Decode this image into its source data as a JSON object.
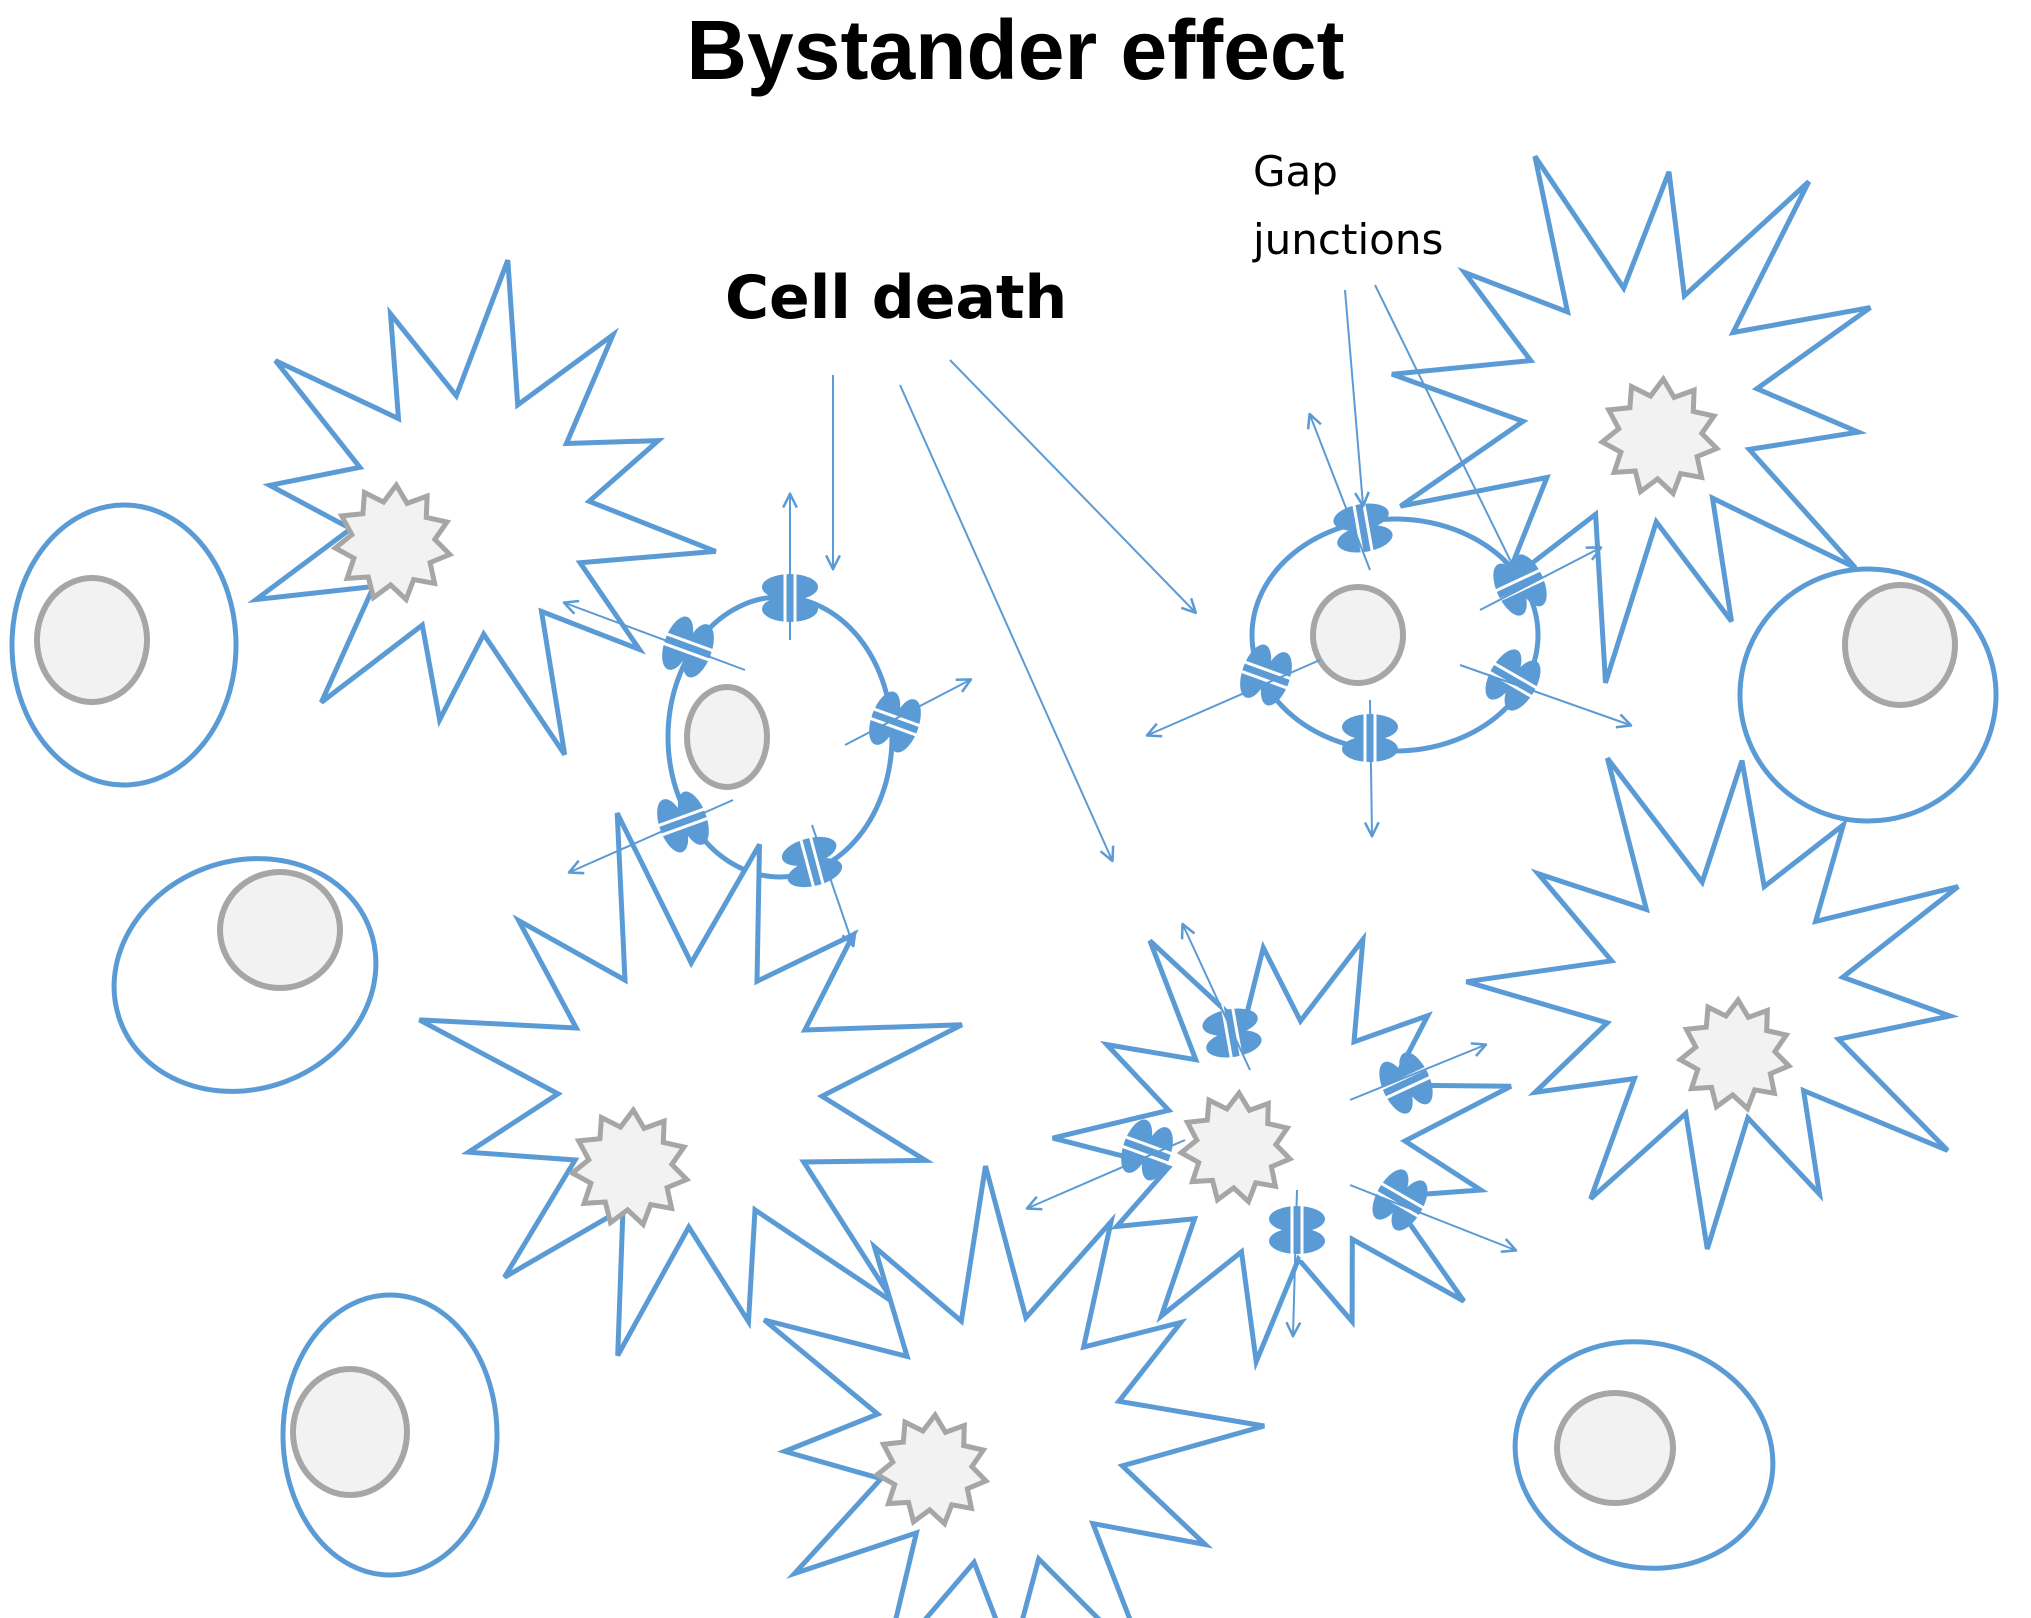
{
  "title": "Bystander effect",
  "labels": {
    "cell_death": "Cell death",
    "gap_junctions_line1": "Gap",
    "gap_junctions_line2": "junctions"
  },
  "colors": {
    "membrane": "#5b9bd5",
    "nucleus_stroke": "#a6a6a6",
    "nucleus_fill": "#f2f2f2",
    "gap_junction": "#5b9bd5"
  },
  "legend": {
    "intact_cell": "oval-cell",
    "dying_cell": "starburst-cell",
    "arrow": "diffusion-arrow"
  }
}
